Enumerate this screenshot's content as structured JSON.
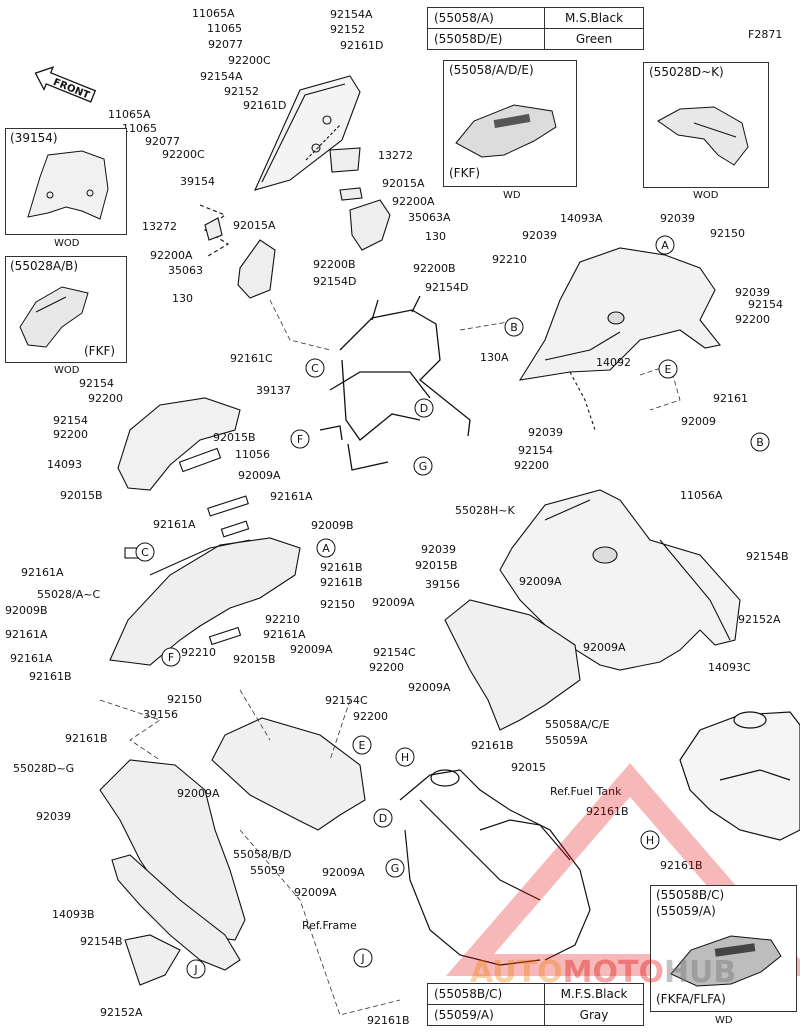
{
  "figure_id": "F2871",
  "front_label": "FRONT",
  "top_table": [
    {
      "code": "(55058/A)",
      "color": "M.S.Black"
    },
    {
      "code": "(55058D/E)",
      "color": "Green"
    }
  ],
  "bottom_table": [
    {
      "code": "(55058B/C)",
      "color": "M.F.S.Black"
    },
    {
      "code": "(55059/A)",
      "color": "Gray"
    }
  ],
  "insets": {
    "windshield": {
      "title": "(39154)",
      "caption": "WOD"
    },
    "cowl_a": {
      "title": "(55028A/B)",
      "sub": "(FKF)",
      "caption": "WOD"
    },
    "cowl_top": {
      "title": "(55058/A/D/E)",
      "sub": "(FKF)",
      "caption": "WD"
    },
    "cowl_dk": {
      "title": "(55028D~K)",
      "caption": "WOD"
    },
    "cover_bc": {
      "title1": "(55058B/C)",
      "title2": "(55059/A)",
      "sub": "(FKFA/FLFA)",
      "caption": "WD"
    }
  },
  "refs": {
    "fuel_tank": "Ref.Fuel Tank",
    "frame": "Ref.Frame"
  },
  "watermark": {
    "part1": "AUTO",
    "part2": "MOTO",
    "part3": "HUB"
  },
  "parts": [
    "11065A",
    "92154A",
    "11065",
    "92152",
    "92077",
    "92161D",
    "92200C",
    "92154A",
    "92152",
    "92161D",
    "11065A",
    "11065",
    "92077",
    "92200C",
    "39154",
    "13272",
    "92015A",
    "92200A",
    "35063A",
    "130",
    "13272",
    "92015A",
    "92200A",
    "92200B",
    "35063",
    "92154D",
    "92200B",
    "92154D",
    "130",
    "14093A",
    "92039",
    "92039",
    "92150",
    "92210",
    "92039",
    "92154",
    "92200",
    "14092",
    "130A",
    "39137",
    "92161C",
    "92154",
    "92200",
    "92154",
    "92200",
    "92015B",
    "14093",
    "11056",
    "92015B",
    "92009A",
    "92161A",
    "92161A",
    "92009B",
    "92039",
    "92154",
    "92200",
    "92009",
    "92161",
    "11056A",
    "55028H~K",
    "92039",
    "92015B",
    "92154B",
    "39156",
    "92009A",
    "92009A",
    "92161A",
    "92161B",
    "55028/A~C",
    "92161B",
    "92009B",
    "92150",
    "92161A",
    "92210",
    "92161A",
    "92161A",
    "92154C",
    "92200",
    "92009A",
    "92152A",
    "14093C",
    "92161B",
    "92150",
    "92009A",
    "92015B",
    "92210",
    "92009A",
    "55058A/C/E",
    "55059A",
    "39156",
    "92154C",
    "92200",
    "92161B",
    "92161B",
    "55028D~G",
    "92015",
    "92039",
    "92009A",
    "55058/B/D",
    "55059",
    "92009A",
    "92161B",
    "92161B",
    "92009A",
    "14093B",
    "92154B",
    "92152A",
    "92161B"
  ],
  "callouts": [
    "A",
    "B",
    "C",
    "D",
    "E",
    "F",
    "G",
    "H",
    "J"
  ]
}
